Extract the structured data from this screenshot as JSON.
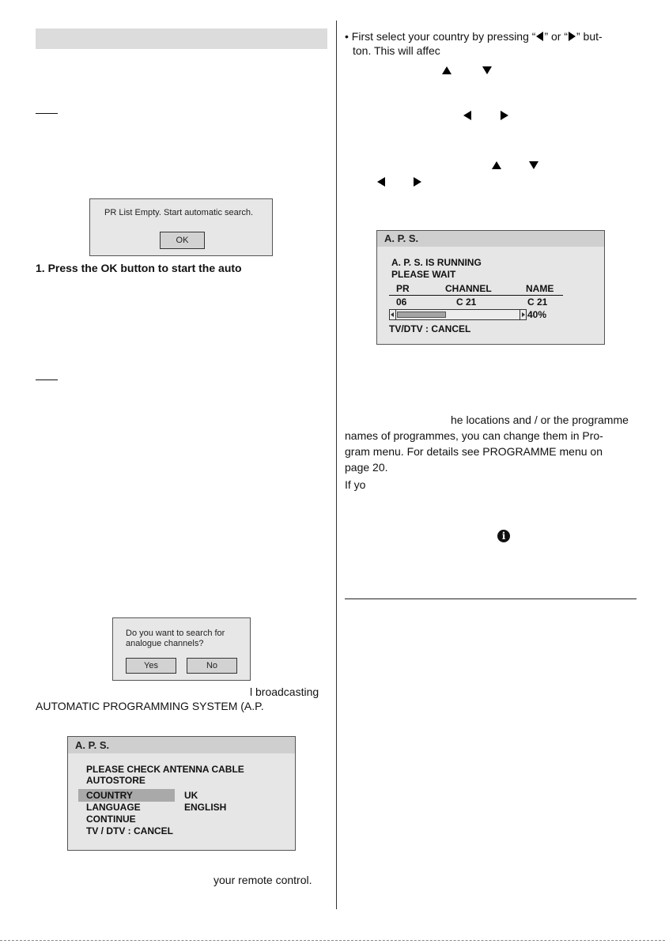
{
  "left": {
    "pr_dialog": {
      "message": "PR List Empty. Start automatic search.",
      "ok": "OK"
    },
    "step1": "1. Press the OK button to start the auto",
    "analogue_dialog": {
      "question_line1": "Do you want to search for",
      "question_line2": "analogue channels?",
      "yes": "Yes",
      "no": "No"
    },
    "frag_broadcasting": "l broadcasting",
    "frag_aps": "AUTOMATIC PROGRAMMING SYSTEM (A.P.",
    "aps_menu": {
      "title": "A. P. S.",
      "line1": "PLEASE  CHECK  ANTENNA  CABLE",
      "line2": "AUTOSTORE",
      "rows": [
        {
          "label": "COUNTRY",
          "value": "UK"
        },
        {
          "label": "LANGUAGE",
          "value": "ENGLISH"
        }
      ],
      "continue": "CONTINUE",
      "cancel": "TV / DTV  : CANCEL"
    },
    "frag_remote": "your remote control."
  },
  "right": {
    "bullet_pre": "• First select your country by pressing “",
    "bullet_mid": "” or “",
    "bullet_post": "” but-",
    "bullet_line2": "ton. This will affec",
    "aps_running": {
      "title": "A. P. S.",
      "line1": "A. P. S. IS RUNNING",
      "line2": "PLEASE WAIT",
      "headers": {
        "pr": "PR",
        "channel": "CHANNEL",
        "name": "NAME"
      },
      "row": {
        "pr": "06",
        "channel": "C 21",
        "name": "C 21"
      },
      "progress_text": "40%",
      "progress_fraction": 0.4,
      "cancel": "TV/DTV : CANCEL"
    },
    "para_line1": "he locations and / or the programme",
    "para_line2": "names of programmes, you can change them in Pro-",
    "para_line3": "gram menu. For details see PROGRAMME menu on",
    "para_line4": "page 20.",
    "frag_ifyo": "If yo"
  }
}
